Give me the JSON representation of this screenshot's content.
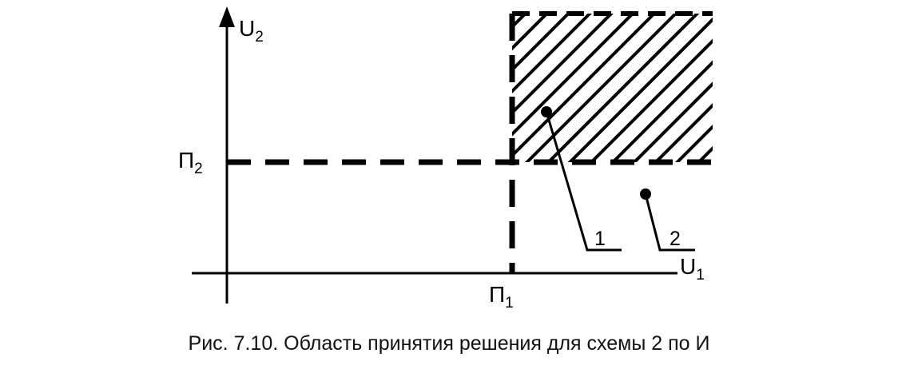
{
  "axes": {
    "y_label": {
      "main": "U",
      "sub": "2"
    },
    "x_label": {
      "main": "U",
      "sub": "1"
    }
  },
  "thresholds": {
    "y": {
      "main": "П",
      "sub": "2"
    },
    "x": {
      "main": "П",
      "sub": "1"
    }
  },
  "region_callouts": [
    "1",
    "2"
  ],
  "caption": "Рис. 7.10. Область принятия решения для схемы 2 по И",
  "colors": {
    "ink": "#000000",
    "background": "#ffffff"
  }
}
